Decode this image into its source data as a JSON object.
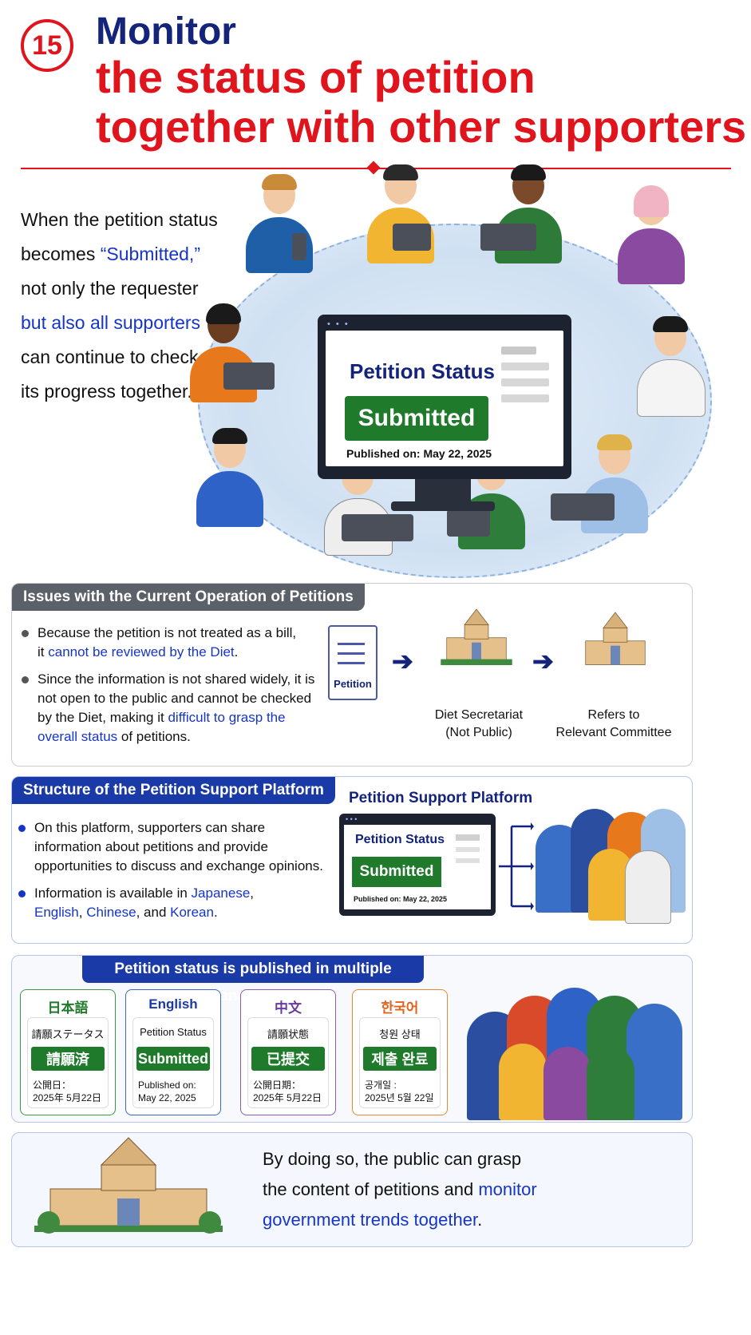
{
  "header": {
    "number": "15",
    "title_line1": "Monitor",
    "title_line2": "the status of petition",
    "title_line3": "together with other supporters"
  },
  "intro": {
    "line1": "When the petition status",
    "line2_pre": "becomes ",
    "line2_highlight": "“Submitted,”",
    "line3": "not only the requester",
    "line4": "but also all supporters",
    "line5": "can continue to check",
    "line6": "its progress together."
  },
  "monitor": {
    "dots": "• • •",
    "title": "Petition Status",
    "status": "Submitted",
    "published": "Published on: May 22, 2025"
  },
  "issues": {
    "label": "Issues with the Current Operation of Petitions",
    "b1_pre": "Because the petition is not treated as a bill,",
    "b1_mid": "it ",
    "b1_hl": "cannot be reviewed by the Diet",
    "b1_post": ".",
    "b2_pre": "Since the information is not shared widely, it is not open to the public and cannot be checked by the Diet, making it ",
    "b2_hl": "difficult to grasp the overall status",
    "b2_post": " of petitions.",
    "doc_label": "Petition",
    "step2_l1": "Diet Secretariat",
    "step2_l2": "(Not Public)",
    "step3_l1": "Refers to",
    "step3_l2": "Relevant Committee"
  },
  "structure": {
    "label": "Structure of the Petition Support Platform",
    "b1": "On this platform, supporters can share information about petitions and provide opportunities to discuss and exchange opinions.",
    "b2_pre": "Information is available in ",
    "b2_ja": "Japanese",
    "b2_c1": ",",
    "b2_en": "English",
    "b2_c2": ", ",
    "b2_zh": "Chinese",
    "b2_and": ", and ",
    "b2_ko": "Korean",
    "b2_end": ".",
    "platform_title": "Petition Support Platform",
    "screen_title": "Petition Status",
    "screen_status": "Submitted",
    "screen_date": "Published on: May 22, 2025",
    "dots": "• • •"
  },
  "languages": {
    "label": "Petition status is published in multiple languages",
    "cards": [
      {
        "name": "日本語",
        "status_label": "請願ステータス",
        "status": "請願済",
        "date_l1": "公開日：",
        "date_l2": "2025年 5月22日"
      },
      {
        "name": "English",
        "status_label": "Petition Status",
        "status": "Submitted",
        "date_l1": "Published on:",
        "date_l2": "May 22, 2025"
      },
      {
        "name": "中文",
        "status_label": "請願状態",
        "status": "已提交",
        "date_l1": "公開日期：",
        "date_l2": "2025年 5月22日"
      },
      {
        "name": "한국어",
        "status_label": "청원 상태",
        "status": "제출 완료",
        "date_l1": "공개일 :",
        "date_l2": "2025년 5월 22일"
      }
    ]
  },
  "closing": {
    "line1": "By doing so, the public can grasp",
    "line2_pre": "the content of petitions and ",
    "line2_hl": "monitor",
    "line3_hl": "government trends together",
    "line3_post": "."
  },
  "colors": {
    "red": "#e0141c",
    "navy": "#14247a",
    "blue": "#1535c8",
    "green": "#1f7a2b"
  }
}
